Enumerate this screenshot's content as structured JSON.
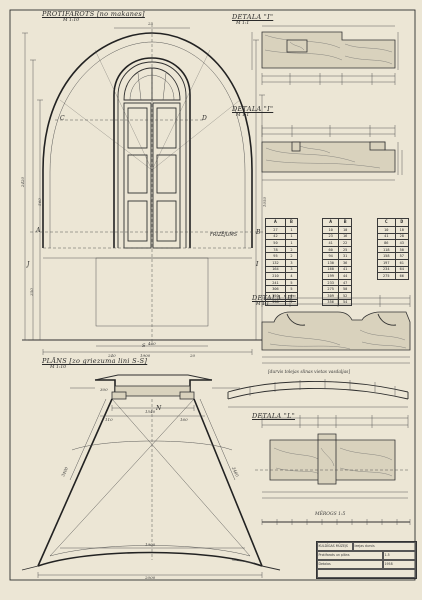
{
  "sheet": {
    "front_view": {
      "title": "PROTIFAROTS",
      "qualifier": "[no makanes]",
      "scale": "M 1:10"
    },
    "detail_1": {
      "title": "DETALA \"I\"",
      "scale": "M 1:1"
    },
    "detail_2": {
      "title": "DETALA \"I\"",
      "scale": "M 1:1"
    },
    "detail_3": {
      "title": "DETALA \"II\"",
      "scale": "M 1:1"
    },
    "detail_4": {
      "title": "DETALA \"L\"",
      "scale": "M 1:1"
    },
    "plan": {
      "title": "PLĀNS",
      "qualifier": "[zo griezuma lini S-S]",
      "scale": "M 1:10"
    },
    "note_middle": "[durvis tolejas slinas vietas vasdaljas]",
    "scale_bar_label": "MĒROGS 1:5",
    "section_letters": [
      "A",
      "B",
      "C",
      "D",
      "N",
      "S",
      "J",
      "I"
    ],
    "dims_front": [
      "25",
      "2420",
      "1050",
      "1900",
      "460",
      "350",
      "560",
      "240",
      "20"
    ],
    "dims_plan": [
      "2000",
      "1900",
      "1540",
      "3400",
      "300",
      "160",
      "110",
      "2460"
    ]
  },
  "tables": {
    "table1": {
      "headers": [
        "A",
        "B"
      ],
      "rows": [
        [
          "27",
          "1"
        ],
        [
          "42",
          "1"
        ],
        [
          "50",
          "1"
        ],
        [
          "78",
          "2"
        ],
        [
          "95",
          "2"
        ],
        [
          "132",
          "3"
        ],
        [
          "164",
          "3"
        ],
        [
          "210",
          "4"
        ],
        [
          "241",
          "5"
        ],
        [
          "306",
          "5"
        ],
        [
          "350",
          "6"
        ],
        [
          "398",
          "7"
        ]
      ]
    },
    "table2": {
      "headers": [
        "A",
        "B"
      ],
      "rows": [
        [
          "10",
          "10"
        ],
        [
          "23",
          "16"
        ],
        [
          "41",
          "22"
        ],
        [
          "60",
          "25"
        ],
        [
          "94",
          "31"
        ],
        [
          "130",
          "36"
        ],
        [
          "160",
          "41"
        ],
        [
          "199",
          "44"
        ],
        [
          "233",
          "47"
        ],
        [
          "275",
          "50"
        ],
        [
          "309",
          "52"
        ],
        [
          "356",
          "54"
        ]
      ]
    },
    "table3": {
      "headers": [
        "C",
        "D"
      ],
      "rows": [
        [
          "10",
          "10"
        ],
        [
          "41",
          "28"
        ],
        [
          "86",
          "43"
        ],
        [
          "118",
          "50"
        ],
        [
          "158",
          "57"
        ],
        [
          "197",
          "61"
        ],
        [
          "234",
          "64"
        ],
        [
          "275",
          "66"
        ]
      ]
    }
  },
  "title_block": {
    "rows": [
      "KULDĪGAS MŪZEJS",
      "Ieejas durvis",
      "Protifarots un plāns",
      "Detalas"
    ],
    "sheet_no": "1-5",
    "drawn": "1958"
  }
}
